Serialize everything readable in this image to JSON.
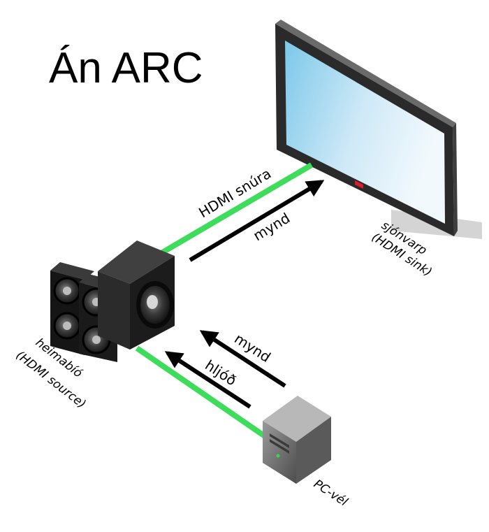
{
  "title": "Án ARC",
  "devices": {
    "tv": {
      "line1": "sjónvarp",
      "line2": "(HDMI sink)"
    },
    "home_theater": {
      "line1": "heimabíó",
      "line2": "(HDMI source)"
    },
    "pc": {
      "label": "PC-vél"
    }
  },
  "cables": {
    "hdmi_cable": "HDMI snúra",
    "color": "#3ddc5a"
  },
  "arrows": {
    "to_tv": "mynd",
    "pc_video": "mynd",
    "pc_audio": "hljóð"
  }
}
